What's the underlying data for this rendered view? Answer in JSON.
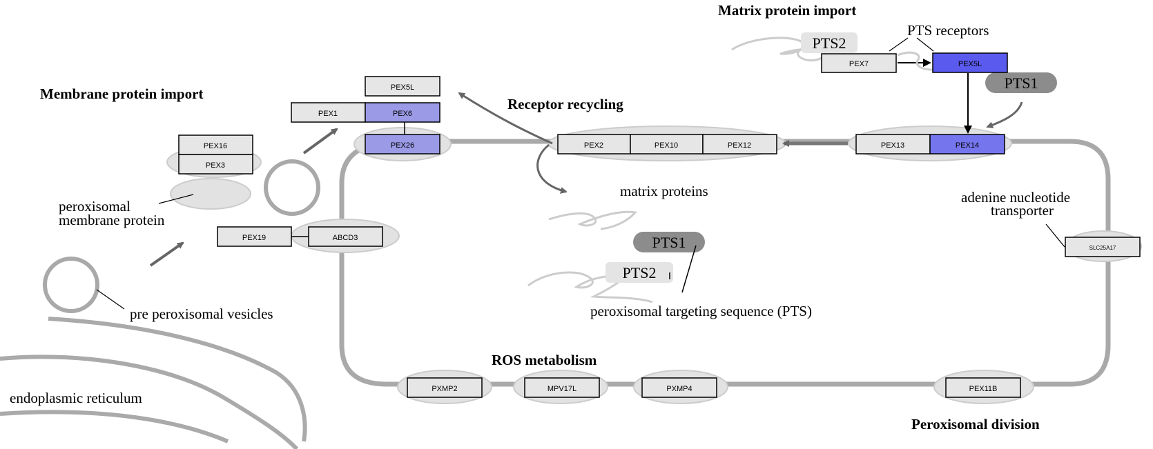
{
  "headings": {
    "matrix_import": "Matrix protein import",
    "membrane_import": "Membrane protein import",
    "receptor_recycling": "Receptor recycling",
    "ros_metabolism": "ROS metabolism",
    "peroxisomal_division": "Peroxisomal division"
  },
  "labels": {
    "pts_receptors": "PTS receptors",
    "matrix_proteins": "matrix proteins",
    "pmp_line1": "peroxisomal",
    "pmp_line2": "membrane protein",
    "pre_vesicles": "pre peroxisomal vesicles",
    "er": "endoplasmic reticulum",
    "ant_line1": "adenine nucleotide",
    "ant_line2": "transporter",
    "pts_def": "peroxisomal targeting sequence (PTS)"
  },
  "pts_tags": {
    "pts2_top": "PTS2",
    "pts1_top": "PTS1",
    "pts1_mid": "PTS1",
    "pts2_mid": "PTS2"
  },
  "genes": {
    "pex7": "PEX7",
    "pex5l_top": "PEX5L",
    "pex5l_free": "PEX5L",
    "pex1": "PEX1",
    "pex6": "PEX6",
    "pex26": "PEX26",
    "pex16": "PEX16",
    "pex3": "PEX3",
    "pex19": "PEX19",
    "abcd3": "ABCD3",
    "pex2": "PEX2",
    "pex10": "PEX10",
    "pex12": "PEX12",
    "pex13": "PEX13",
    "pex14": "PEX14",
    "slc25a17": "SLC25A17",
    "pxmp2": "PXMP2",
    "mpv17l": "MPV17L",
    "pxmp4": "PXMP4",
    "pex11b": "PEX11B"
  },
  "colors": {
    "membrane": "#a9a9a9",
    "highlight_dark": "#5a5aee",
    "highlight_light": "#9a9ae6",
    "gene_box": "#e6e6e6",
    "oval": "#e2e2e2"
  }
}
